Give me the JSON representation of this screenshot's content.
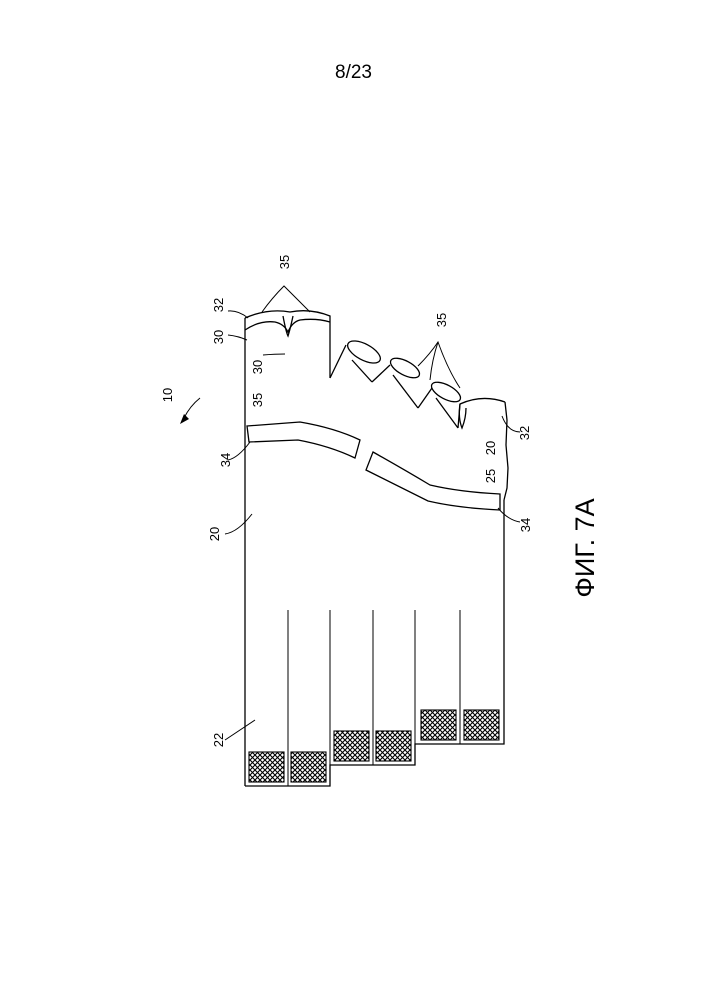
{
  "page": {
    "number": "8/23"
  },
  "figure": {
    "caption": "ФИГ. 7А",
    "labels": {
      "assembly": "10",
      "body_left": "20",
      "body_right": "20",
      "pads": "22",
      "notch": "25",
      "tip_left": "30",
      "tip_inner": "30",
      "cap_left": "32",
      "cap_right": "32",
      "bar_left": "34",
      "bar_right": "34",
      "bumps_top": "35",
      "bumps_mid": "35",
      "side": "35"
    }
  }
}
